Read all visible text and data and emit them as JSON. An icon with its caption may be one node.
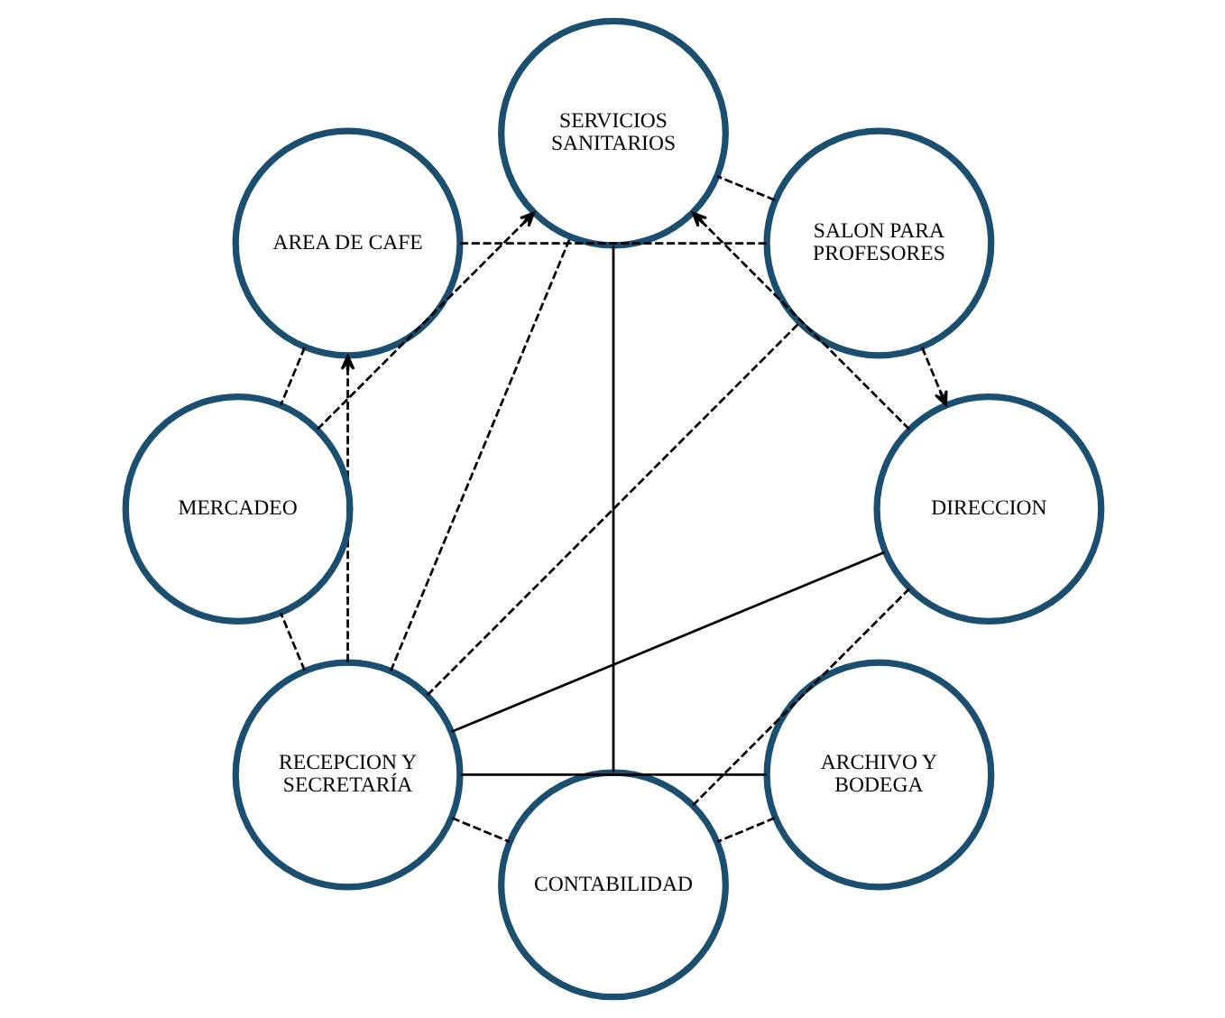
{
  "diagram": {
    "nodes": [
      {
        "text": [
          "RECEPCION Y SECRETARÍA"
        ]
      },
      {
        "text": [
          "SALON PARA PROFESORES"
        ]
      },
      {
        "text": [
          "AREA DE CAFE"
        ]
      },
      {
        "text": [
          "SERVICIOS SANITARIOS"
        ]
      },
      {
        "text": [
          "CONTABILIDAD"
        ]
      },
      {
        "text": [
          "MERCADEO"
        ]
      },
      {
        "text": [
          "DIRECCION"
        ]
      },
      {
        "text": [
          "ARCHIVO Y BODEGA"
        ]
      }
    ],
    "edges": [
      {
        "from": 0,
        "to": 7,
        "arrow": "none"
      },
      {
        "from": 0,
        "to": 6,
        "arrow": "none"
      },
      {
        "from": 0,
        "to": 1,
        "arrow": "none",
        "style": "dashed"
      },
      {
        "from": 0,
        "to": 5,
        "arrow": "none",
        "style": "dashed"
      },
      {
        "from": 0,
        "to": 4,
        "arrow": "none",
        "style": "dashed"
      },
      {
        "from": 0,
        "to": 3,
        "arrow": "none",
        "style": "dashed"
      },
      {
        "from": 0,
        "to": 2,
        "arrow": "to",
        "style": "dashed"
      },
      {
        "from": 7,
        "to": 4,
        "arrow": "none",
        "style": "dashed"
      },
      {
        "from": 1,
        "to": 3,
        "arrow": "none",
        "style": "dashed"
      },
      {
        "from": 1,
        "to": 2,
        "arrow": "none",
        "style": "dashed"
      },
      {
        "from": 1,
        "to": 6,
        "arrow": "to",
        "style": "dashed"
      },
      {
        "from": 2,
        "to": 5,
        "arrow": "none",
        "style": "dashed"
      },
      {
        "from": 6,
        "to": 4,
        "arrow": "none",
        "style": "dashed"
      },
      {
        "from": 6,
        "to": 3,
        "arrow": "to",
        "style": "dashed"
      },
      {
        "from": 5,
        "to": 3,
        "arrow": "to",
        "style": "dashed"
      },
      {
        "from": 3,
        "to": 4,
        "arrow": "none"
      }
    ]
  }
}
